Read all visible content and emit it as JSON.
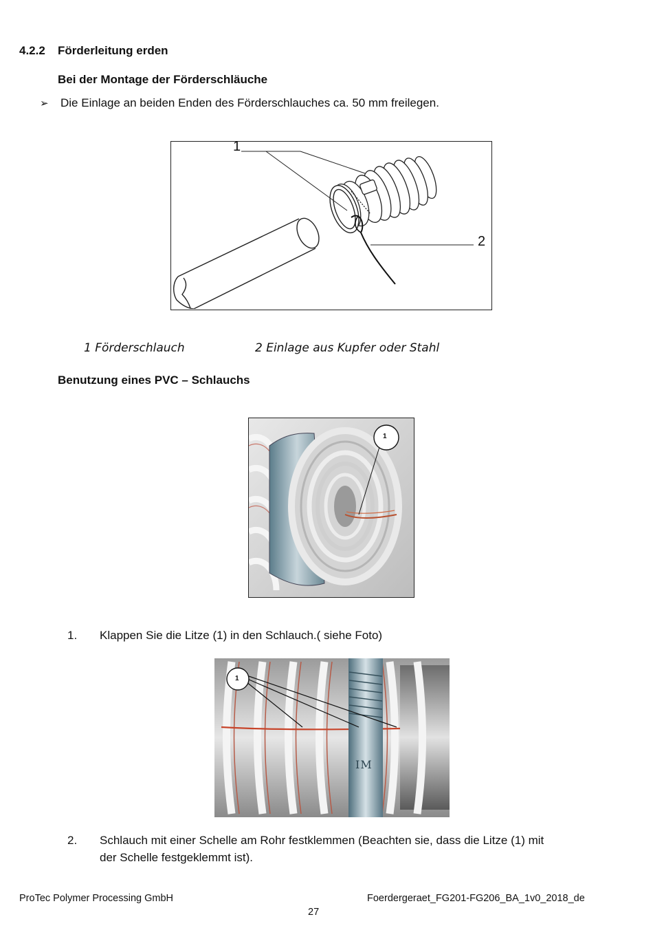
{
  "section": {
    "number": "4.2.2",
    "title": "Förderleitung erden"
  },
  "mounting": {
    "heading": "Bei der Montage der Förderschläuche",
    "bullet_symbol": "➢",
    "bullet_text": "Die Einlage an beiden Enden des Förderschlauches ca. 50 mm freilegen."
  },
  "figure1": {
    "callout_1": "1",
    "callout_2": "2"
  },
  "captions": {
    "item1": "1  Förderschlauch",
    "item2": "2  Einlage aus Kupfer oder Stahl"
  },
  "pvc": {
    "heading": "Benutzung eines PVC – Schlauchs",
    "photo1_callout": "1",
    "photo2_callout": "1",
    "photo2_clamp_text": "IM"
  },
  "steps": [
    {
      "number": "1.",
      "text": "Klappen Sie die Litze (1) in den Schlauch.( siehe Foto)"
    },
    {
      "number": "2.",
      "text_line1": "Schlauch mit einer Schelle am Rohr festklemmen (Beachten sie, dass die Litze (1) mit",
      "text_line2": "der Schelle festgeklemmt ist)."
    }
  ],
  "footer": {
    "company": "ProTec Polymer Processing GmbH",
    "document": "Foerdergeraet_FG201-FG206_BA_1v0_2018_de",
    "page": "27"
  }
}
